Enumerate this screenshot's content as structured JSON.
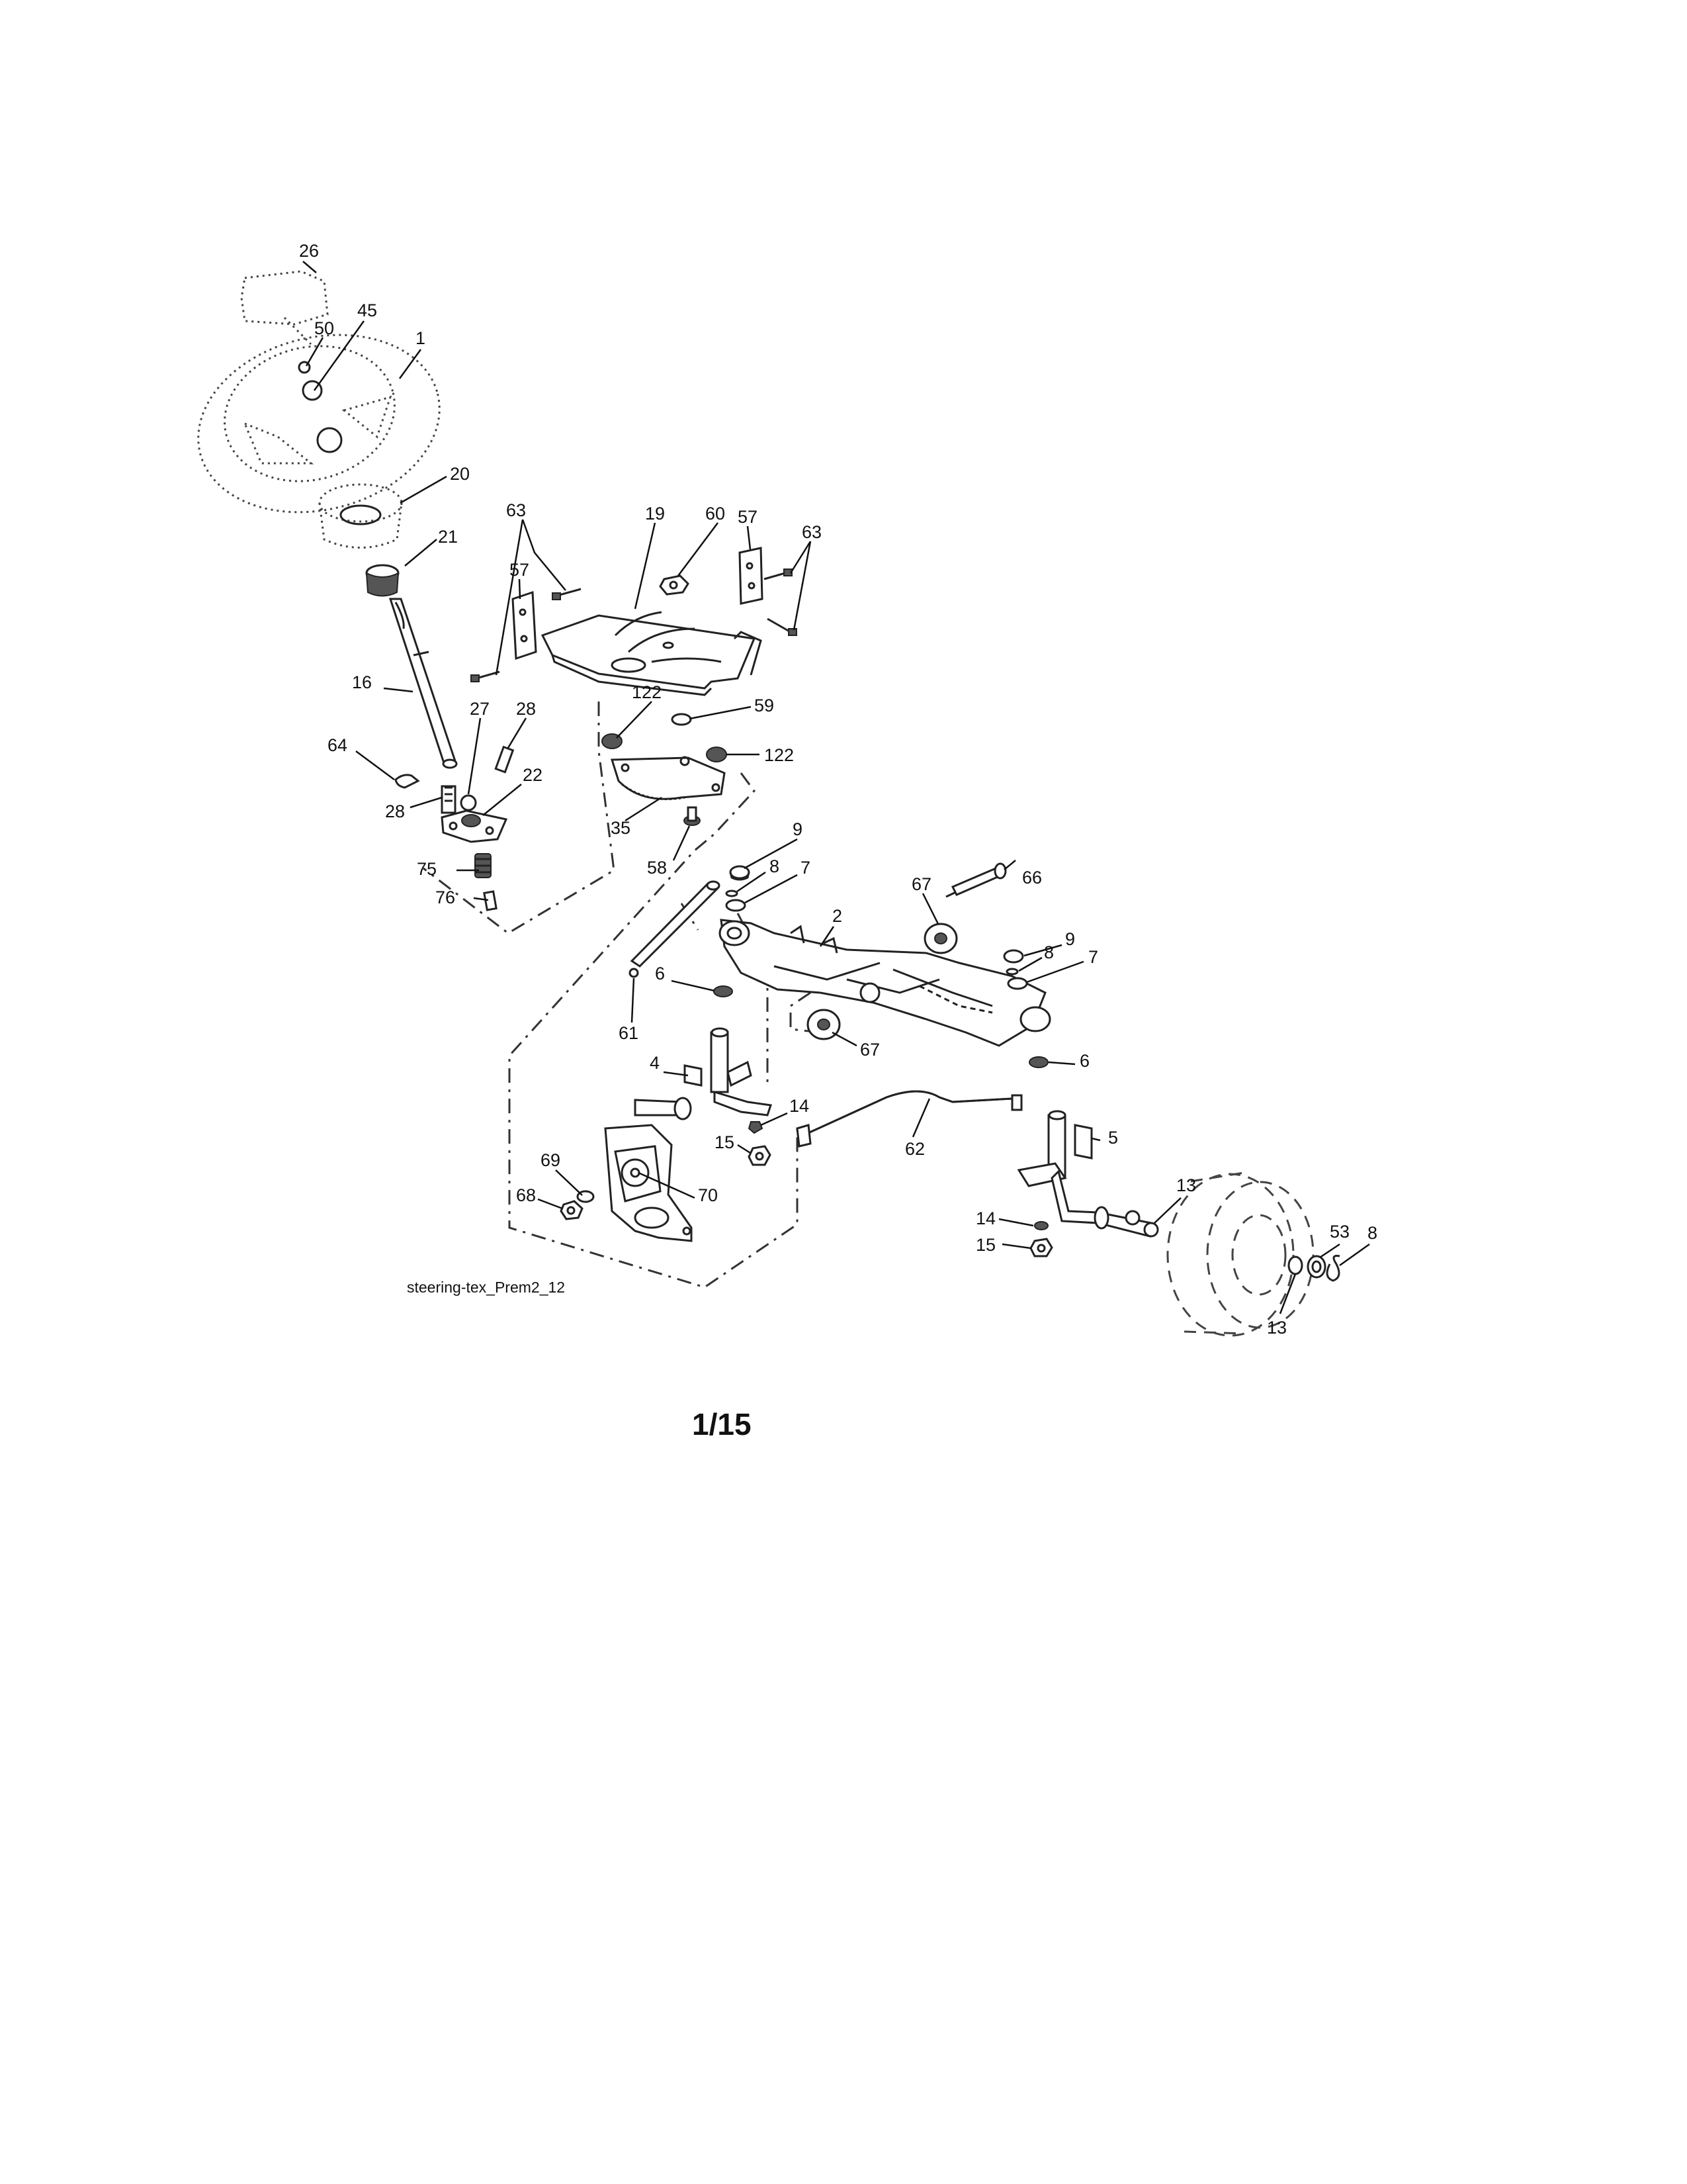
{
  "diagram": {
    "drawing_id": "steering-tex_Prem2_12",
    "page_number": "1/15"
  },
  "callouts": [
    {
      "id": "c26",
      "label": "26"
    },
    {
      "id": "c45",
      "label": "45"
    },
    {
      "id": "c50",
      "label": "50"
    },
    {
      "id": "c1",
      "label": "1"
    },
    {
      "id": "c20",
      "label": "20"
    },
    {
      "id": "c21",
      "label": "21"
    },
    {
      "id": "c16",
      "label": "16"
    },
    {
      "id": "c64",
      "label": "64"
    },
    {
      "id": "c27",
      "label": "27"
    },
    {
      "id": "c28a",
      "label": "28"
    },
    {
      "id": "c28b",
      "label": "28"
    },
    {
      "id": "c22",
      "label": "22"
    },
    {
      "id": "c75",
      "label": "75"
    },
    {
      "id": "c76",
      "label": "76"
    },
    {
      "id": "c63a",
      "label": "63"
    },
    {
      "id": "c19",
      "label": "19"
    },
    {
      "id": "c60",
      "label": "60"
    },
    {
      "id": "c57a",
      "label": "57"
    },
    {
      "id": "c57b",
      "label": "57"
    },
    {
      "id": "c63b",
      "label": "63"
    },
    {
      "id": "c122a",
      "label": "122"
    },
    {
      "id": "c59",
      "label": "59"
    },
    {
      "id": "c122b",
      "label": "122"
    },
    {
      "id": "c35",
      "label": "35"
    },
    {
      "id": "c58",
      "label": "58"
    },
    {
      "id": "c9a",
      "label": "9"
    },
    {
      "id": "c8a",
      "label": "8"
    },
    {
      "id": "c7a",
      "label": "7"
    },
    {
      "id": "c67a",
      "label": "67"
    },
    {
      "id": "c66",
      "label": "66"
    },
    {
      "id": "c2",
      "label": "2"
    },
    {
      "id": "c9b",
      "label": "9"
    },
    {
      "id": "c8b",
      "label": "8"
    },
    {
      "id": "c7b",
      "label": "7"
    },
    {
      "id": "c6a",
      "label": "6"
    },
    {
      "id": "c61",
      "label": "61"
    },
    {
      "id": "c67b",
      "label": "67"
    },
    {
      "id": "c6b",
      "label": "6"
    },
    {
      "id": "c4",
      "label": "4"
    },
    {
      "id": "c14a",
      "label": "14"
    },
    {
      "id": "c15a",
      "label": "15"
    },
    {
      "id": "c62",
      "label": "62"
    },
    {
      "id": "c5",
      "label": "5"
    },
    {
      "id": "c69",
      "label": "69"
    },
    {
      "id": "c68",
      "label": "68"
    },
    {
      "id": "c70",
      "label": "70"
    },
    {
      "id": "c13a",
      "label": "13"
    },
    {
      "id": "c14b",
      "label": "14"
    },
    {
      "id": "c15b",
      "label": "15"
    },
    {
      "id": "c53",
      "label": "53"
    },
    {
      "id": "c8c",
      "label": "8"
    },
    {
      "id": "c13b",
      "label": "13"
    }
  ]
}
